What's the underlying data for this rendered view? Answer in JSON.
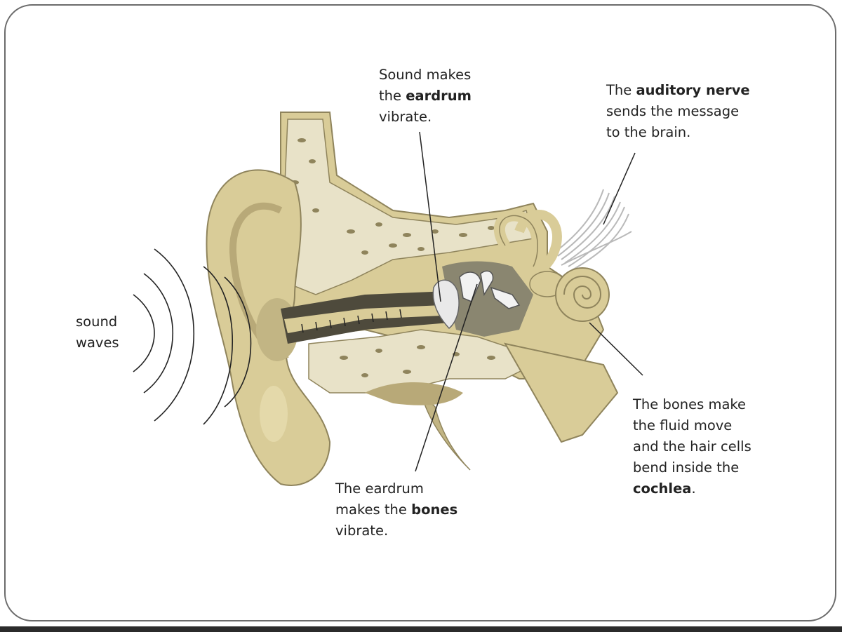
{
  "labels": {
    "sound_waves": {
      "line1": "sound",
      "line2": "waves"
    },
    "eardrum": {
      "line1": "Sound makes",
      "line2_pre": "the ",
      "line2_bold": "eardrum",
      "line3": "vibrate."
    },
    "auditory_nerve": {
      "line1_pre": "The ",
      "line1_bold": "auditory nerve",
      "line2": "sends the message",
      "line3": "to the brain."
    },
    "bones": {
      "line1": "The eardrum",
      "line2_pre": "makes the ",
      "line2_bold": "bones",
      "line3": "vibrate."
    },
    "cochlea": {
      "line1": "The bones make",
      "line2": "the fluid move",
      "line3": "and the hair cells",
      "line4": "bend inside the",
      "line5_bold": "cochlea",
      "line5_post": "."
    }
  },
  "colors": {
    "skin": "#d9cc98",
    "skin_shadow": "#b8a978",
    "bone_fill": "#e8e2c8",
    "bone_spot": "#8f845c",
    "canal_dark": "#4e4a3c",
    "inner_gray": "#8a8670",
    "nerve": "#b9b9b9",
    "line": "#222222"
  }
}
